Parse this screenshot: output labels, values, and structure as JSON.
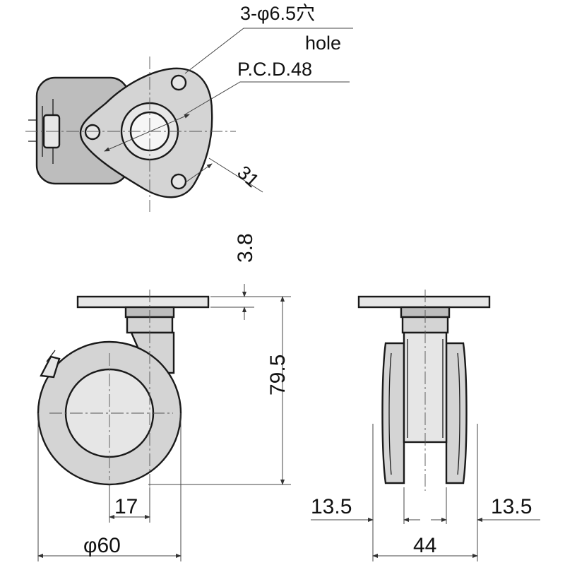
{
  "labels": {
    "hole_spec": "3-φ6.5穴",
    "hole_en": "hole",
    "pcd": "P.C.D.48",
    "dim_31": "31",
    "dim_3_8": "3.8",
    "dim_79_5": "79.5",
    "dim_17": "17",
    "dim_60": "φ60",
    "dim_13_5_left": "13.5",
    "dim_13_5_right": "13.5",
    "dim_44": "44"
  },
  "colors": {
    "line": "#1a1a1a",
    "body_fill": "#d4d4d4",
    "dark_fill": "#bdbdbd",
    "light_fill": "#e6e6e6"
  }
}
